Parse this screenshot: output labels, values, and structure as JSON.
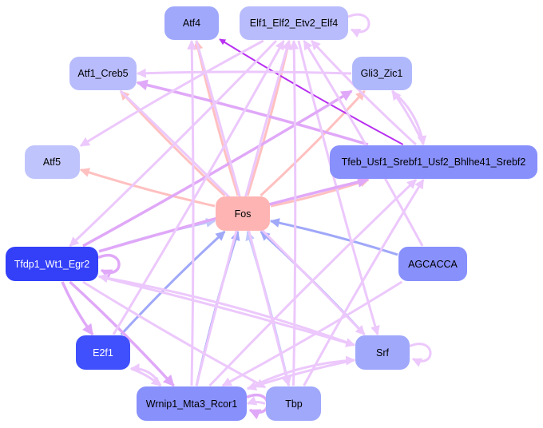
{
  "diagram": {
    "type": "directed-network",
    "edge_palette": {
      "pink": "#ffc0c0",
      "lavender": "#ecc8fc",
      "violet": "#e0a8f8",
      "purple": "#b830f0",
      "blue": "#a0a8f8",
      "lightblue": "#c0c8fc"
    },
    "nodes": [
      {
        "id": "Atf4",
        "label": "Atf4",
        "fill": "#a0a8fc",
        "text": "#000000"
      },
      {
        "id": "Elf",
        "label": "Elf1_Elf2_Etv2_Elf4",
        "fill": "#b8bcfc",
        "text": "#000000"
      },
      {
        "id": "Atf1",
        "label": "Atf1_Creb5",
        "fill": "#b8bcfc",
        "text": "#000000"
      },
      {
        "id": "Gli3",
        "label": "Gli3_Zic1",
        "fill": "#b0b8fc",
        "text": "#000000"
      },
      {
        "id": "Atf5",
        "label": "Atf5",
        "fill": "#c0c4fc",
        "text": "#000000"
      },
      {
        "id": "Tfeb",
        "label": "Tfeb_Usf1_Srebf1_Usf2_Bhlhe41_Srebf2",
        "fill": "#8890fc",
        "text": "#000000"
      },
      {
        "id": "Fos",
        "label": "Fos",
        "fill": "#ffb4b4",
        "text": "#000000"
      },
      {
        "id": "Tfdp1",
        "label": "Tfdp1_Wt1_Egr2",
        "fill": "#3440f8",
        "text": "#ffffff"
      },
      {
        "id": "AGCACCA",
        "label": "AGCACCA",
        "fill": "#8890fc",
        "text": "#000000"
      },
      {
        "id": "E2f1",
        "label": "E2f1",
        "fill": "#4050fc",
        "text": "#ffffff"
      },
      {
        "id": "Srf",
        "label": "Srf",
        "fill": "#a0a8fc",
        "text": "#000000"
      },
      {
        "id": "Wrnip1",
        "label": "Wrnip1_Mta3_Rcor1",
        "fill": "#8890fc",
        "text": "#000000"
      },
      {
        "id": "Tbp",
        "label": "Tbp",
        "fill": "#a0a8fc",
        "text": "#000000"
      }
    ],
    "edges": [
      {
        "from": "Fos",
        "to": "Atf4",
        "color": "pink"
      },
      {
        "from": "Fos",
        "to": "Elf",
        "color": "pink"
      },
      {
        "from": "Fos",
        "to": "Atf1",
        "color": "pink"
      },
      {
        "from": "Fos",
        "to": "Gli3",
        "color": "pink"
      },
      {
        "from": "Fos",
        "to": "Atf5",
        "color": "pink"
      },
      {
        "from": "Fos",
        "to": "Tfeb",
        "color": "pink"
      },
      {
        "from": "Tfdp1",
        "to": "Fos",
        "color": "lightblue"
      },
      {
        "from": "AGCACCA",
        "to": "Fos",
        "color": "blue"
      },
      {
        "from": "E2f1",
        "to": "Fos",
        "color": "blue"
      },
      {
        "from": "Srf",
        "to": "Fos",
        "color": "blue"
      },
      {
        "from": "Wrnip1",
        "to": "Fos",
        "color": "blue"
      },
      {
        "from": "Tbp",
        "to": "Fos",
        "color": "lightblue"
      },
      {
        "from": "Tfeb",
        "to": "Atf4",
        "color": "purple"
      },
      {
        "from": "Tfeb",
        "to": "Atf1",
        "color": "violet"
      },
      {
        "from": "Tfeb",
        "to": "Elf",
        "color": "lavender"
      },
      {
        "from": "Tfeb",
        "to": "Gli3",
        "color": "lavender"
      },
      {
        "from": "Gli3",
        "to": "Tfeb",
        "color": "lavender"
      },
      {
        "from": "Elf",
        "to": "Atf5",
        "color": "lavender"
      },
      {
        "from": "Elf",
        "to": "Tfdp1",
        "color": "lavender"
      },
      {
        "from": "Elf",
        "to": "Srf",
        "color": "lavender"
      },
      {
        "from": "Elf",
        "to": "Elf",
        "color": "lavender"
      },
      {
        "from": "Gli3",
        "to": "Atf1",
        "color": "lavender"
      },
      {
        "from": "Tfdp1",
        "to": "Tfdp1",
        "color": "violet"
      },
      {
        "from": "Tfdp1",
        "to": "Gli3",
        "color": "violet"
      },
      {
        "from": "Tfdp1",
        "to": "Tfeb",
        "color": "violet"
      },
      {
        "from": "Tfdp1",
        "to": "E2f1",
        "color": "violet"
      },
      {
        "from": "Tfdp1",
        "to": "Wrnip1",
        "color": "violet"
      },
      {
        "from": "Tfdp1",
        "to": "Tbp",
        "color": "lavender"
      },
      {
        "from": "Tfdp1",
        "to": "Srf",
        "color": "lavender"
      },
      {
        "from": "Srf",
        "to": "Tfdp1",
        "color": "lavender"
      },
      {
        "from": "Srf",
        "to": "Srf",
        "color": "lavender"
      },
      {
        "from": "Srf",
        "to": "Wrnip1",
        "color": "lavender"
      },
      {
        "from": "E2f1",
        "to": "Wrnip1",
        "color": "lavender"
      },
      {
        "from": "Wrnip1",
        "to": "E2f1",
        "color": "lavender"
      },
      {
        "from": "Wrnip1",
        "to": "Elf",
        "color": "lavender"
      },
      {
        "from": "Wrnip1",
        "to": "Atf4",
        "color": "lavender"
      },
      {
        "from": "Wrnip1",
        "to": "Tfeb",
        "color": "lavender"
      },
      {
        "from": "Wrnip1",
        "to": "Wrnip1",
        "color": "violet"
      },
      {
        "from": "Wrnip1",
        "to": "Srf",
        "color": "lavender"
      },
      {
        "from": "Tbp",
        "to": "Elf",
        "color": "lavender"
      },
      {
        "from": "Tbp",
        "to": "Tfeb",
        "color": "lavender"
      },
      {
        "from": "Tbp",
        "to": "Wrnip1",
        "color": "lavender"
      },
      {
        "from": "Atf4",
        "to": "Tbp",
        "color": "lavender"
      },
      {
        "from": "AGCACCA",
        "to": "Elf",
        "color": "lavender"
      },
      {
        "from": "AGCACCA",
        "to": "Wrnip1",
        "color": "lavender"
      },
      {
        "from": "E2f1",
        "to": "Elf",
        "color": "lavender"
      },
      {
        "from": "Atf1",
        "to": "Srf",
        "color": "lavender"
      }
    ]
  }
}
